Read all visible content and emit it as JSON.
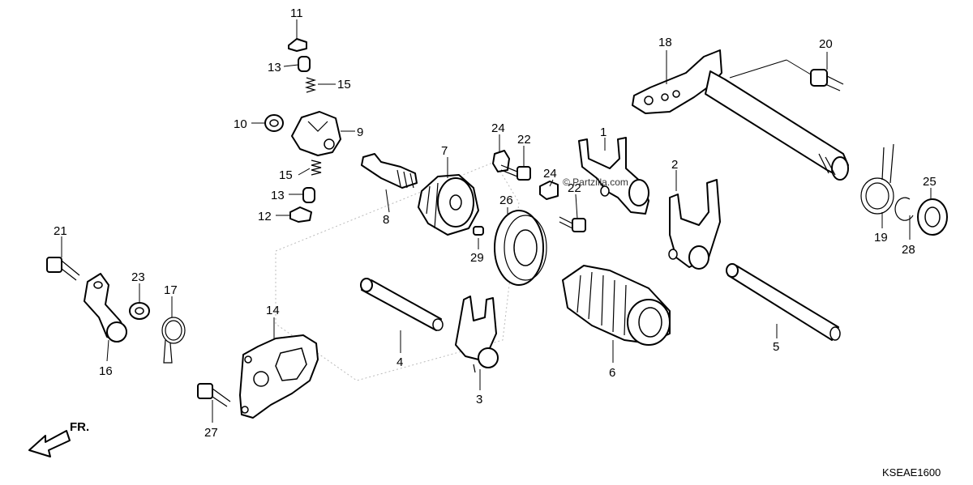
{
  "diagram": {
    "watermark": "© Partzilla.com",
    "diagram_code": "KSEAE1600",
    "direction_label": "FR.",
    "callouts": [
      {
        "id": "c1",
        "label": "1"
      },
      {
        "id": "c2",
        "label": "2"
      },
      {
        "id": "c3",
        "label": "3"
      },
      {
        "id": "c4",
        "label": "4"
      },
      {
        "id": "c5",
        "label": "5"
      },
      {
        "id": "c6",
        "label": "6"
      },
      {
        "id": "c7",
        "label": "7"
      },
      {
        "id": "c8",
        "label": "8"
      },
      {
        "id": "c9",
        "label": "9"
      },
      {
        "id": "c10",
        "label": "10"
      },
      {
        "id": "c11",
        "label": "11"
      },
      {
        "id": "c12",
        "label": "12"
      },
      {
        "id": "c13a",
        "label": "13"
      },
      {
        "id": "c13b",
        "label": "13"
      },
      {
        "id": "c14",
        "label": "14"
      },
      {
        "id": "c15a",
        "label": "15"
      },
      {
        "id": "c15b",
        "label": "15"
      },
      {
        "id": "c16",
        "label": "16"
      },
      {
        "id": "c17",
        "label": "17"
      },
      {
        "id": "c18",
        "label": "18"
      },
      {
        "id": "c19",
        "label": "19"
      },
      {
        "id": "c20",
        "label": "20"
      },
      {
        "id": "c21",
        "label": "21"
      },
      {
        "id": "c22a",
        "label": "22"
      },
      {
        "id": "c22b",
        "label": "22"
      },
      {
        "id": "c23",
        "label": "23"
      },
      {
        "id": "c24a",
        "label": "24"
      },
      {
        "id": "c24b",
        "label": "24"
      },
      {
        "id": "c25",
        "label": "25"
      },
      {
        "id": "c26",
        "label": "26"
      },
      {
        "id": "c27",
        "label": "27"
      },
      {
        "id": "c28",
        "label": "28"
      },
      {
        "id": "c29",
        "label": "29"
      }
    ]
  }
}
